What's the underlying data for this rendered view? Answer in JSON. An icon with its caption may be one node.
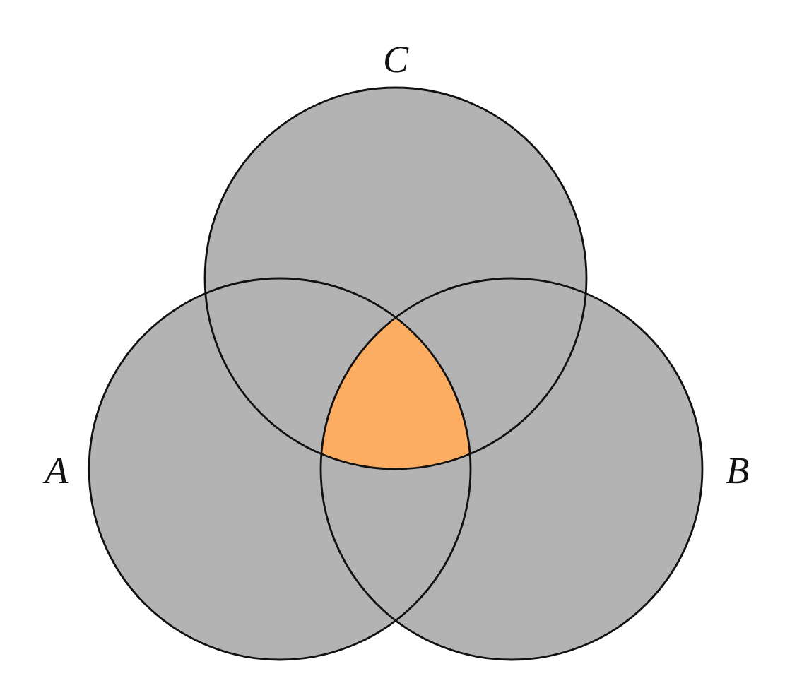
{
  "diagram": {
    "nodes": [
      {
        "text": [
          "C"
        ]
      },
      {
        "text": [
          "A"
        ]
      },
      {
        "text": [
          "B"
        ]
      }
    ]
  }
}
